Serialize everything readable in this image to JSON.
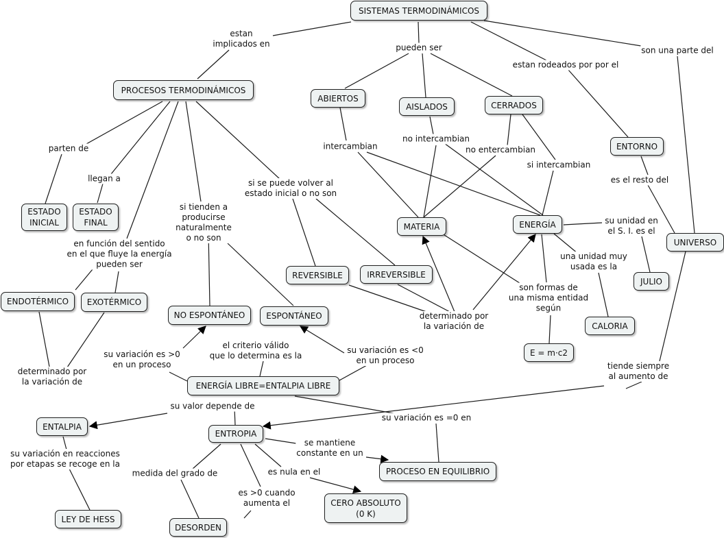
{
  "nodes": {
    "sistemas": "SISTEMAS TERMODINÁMICOS",
    "procesos": "PROCESOS TERMODINÁMICOS",
    "abiertos": "ABIERTOS",
    "aislados": "AISLADOS",
    "cerrados": "CERRADOS",
    "entorno": "ENTORNO",
    "estado_inicial": "ESTADO\nINICIAL",
    "estado_final": "ESTADO\nFINAL",
    "materia": "MATERIA",
    "energia": "ENERGÍA",
    "universo": "UNIVERSO",
    "reversible": "REVERSIBLE",
    "irreversible": "IRREVERSIBLE",
    "julio": "JULIO",
    "endotermico": "ENDOTÉRMICO",
    "exotermico": "EXOTÉRMICO",
    "no_espontaneo": "NO ESPONTÁNEO",
    "espontaneo": "ESPONTÁNEO",
    "caloria": "CALORIA",
    "emc2": "E = m·c2",
    "energia_libre": "ENERGÍA LIBRE=ENTALPIA LIBRE",
    "entalpia": "ENTALPIA",
    "entropia": "ENTROPIA",
    "proceso_equilibrio": "PROCESO EN EQUILIBRIO",
    "cero_absoluto": "CERO ABSOLUTO\n(0 K)",
    "ley_hess": "LEY DE HESS",
    "desorden": "DESORDEN"
  },
  "labels": {
    "estan_implicados": "estan\nimplicados en",
    "pueden_ser": "pueden ser",
    "estan_rodeados": "estan rodeados por por el",
    "son_parte": "son una parte del",
    "parten_de": "parten de",
    "llegan_a": "llegan a",
    "si_tienden": "si tienden a\nproducirse\nnaturalmente\no no son",
    "si_se_puede": "si se puede volver al\nestado inicial o no son",
    "intercambian": "intercambian",
    "no_intercambian": "no intercambian",
    "no_entercambian": "no entercambian",
    "si_intercambian": "si intercambian",
    "es_resto": "es el resto del",
    "unidad_si": "su unidad en\nel S. I. es el",
    "unidad_usada": "una unidad muy\nusada es la",
    "formas_misma": "son formas de\nuna misma entidad\nsegún",
    "en_funcion": "en función del sentido\nen el que fluye la energía\npueden ser",
    "determinado_variacion_1": "determinado por\nla variación de",
    "determinado_variacion_2": "determinado por\nla variación de",
    "variacion_mayor": "su variación es >0\nen un proceso",
    "criterio": "el criterio válido\nque lo determina es la",
    "variacion_menor": "su variación es <0\nen un proceso",
    "tiende_siempre": "tiende siempre\nal aumento de",
    "valor_depende": "su valor depende de",
    "variacion_cero": "su variación es =0 en",
    "se_mantiene": "se mantiene\nconstante en un",
    "variacion_etapas": "su variación en reacciones\npor etapas se recoge en la",
    "medida_grado": "medida del grado de",
    "es_nula": "es nula en el",
    "es_mayor_cero": "es >0 cuando\naumenta el"
  }
}
